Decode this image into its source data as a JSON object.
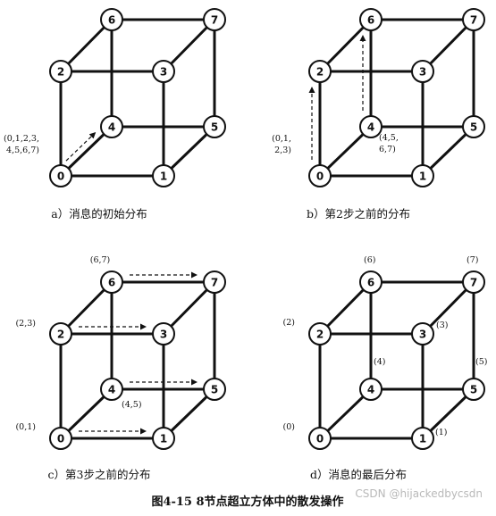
{
  "figure": {
    "title": "图4-15   8节点超立方体中的散发操作",
    "watermark": "CSDN @hijackedbycsdn",
    "node_labels": [
      "0",
      "1",
      "2",
      "3",
      "4",
      "5",
      "6",
      "7"
    ],
    "panels": [
      {
        "caption": "a）消息的初始分布",
        "annotations": [
          {
            "node": "0",
            "lines": [
              "(0,1,2,3,",
              "4,5,6,7)"
            ]
          }
        ],
        "arrows": [
          {
            "from": "0",
            "to": "4"
          }
        ]
      },
      {
        "caption": "b）第2步之前的分布",
        "annotations": [
          {
            "node": "0",
            "lines": [
              "(0,1,",
              "2,3)"
            ]
          },
          {
            "node": "4",
            "lines": [
              "(4,5,",
              "6,7)"
            ]
          }
        ],
        "arrows": [
          {
            "from": "0",
            "to": "2"
          },
          {
            "from": "4",
            "to": "6"
          }
        ]
      },
      {
        "caption": "c）第3步之前的分布",
        "annotations": [
          {
            "node": "6",
            "lines": [
              "(6,7)"
            ]
          },
          {
            "node": "2",
            "lines": [
              "(2,3)"
            ]
          },
          {
            "node": "4",
            "lines": [
              "(4,5)"
            ]
          },
          {
            "node": "0",
            "lines": [
              "(0,1)"
            ]
          }
        ],
        "arrows": [
          {
            "from": "2",
            "to": "3"
          },
          {
            "from": "6",
            "to": "7"
          },
          {
            "from": "4",
            "to": "5"
          },
          {
            "from": "0",
            "to": "1"
          }
        ]
      },
      {
        "caption": "d）消息的最后分布",
        "annotations": [
          {
            "node": "6",
            "lines": [
              "(6)"
            ]
          },
          {
            "node": "7",
            "lines": [
              "(7)"
            ]
          },
          {
            "node": "2",
            "lines": [
              "(2)"
            ]
          },
          {
            "node": "3",
            "lines": [
              "(3)"
            ]
          },
          {
            "node": "4",
            "lines": [
              "(4)"
            ]
          },
          {
            "node": "5",
            "lines": [
              "(5)"
            ]
          },
          {
            "node": "0",
            "lines": [
              "(0)"
            ]
          },
          {
            "node": "1",
            "lines": [
              "(1)"
            ]
          }
        ],
        "arrows": []
      }
    ]
  }
}
